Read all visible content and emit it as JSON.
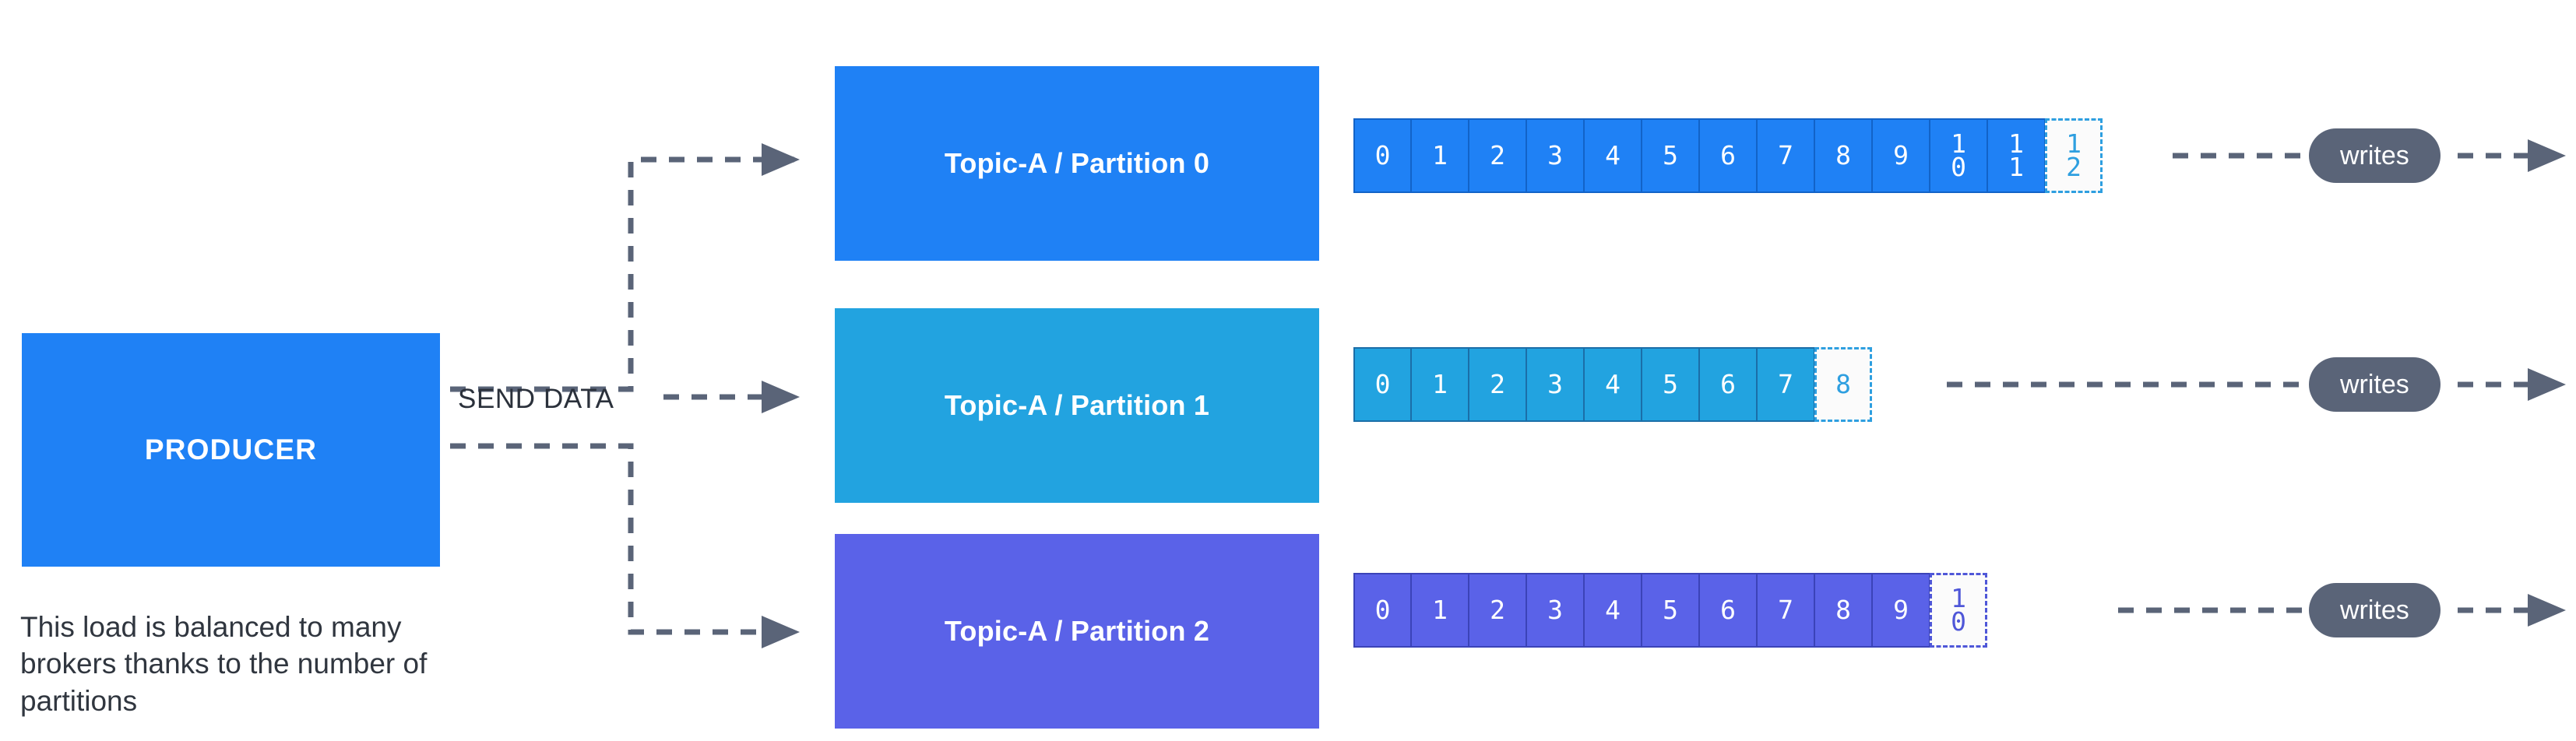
{
  "diagram": {
    "title": "Kafka producer writing to topic partitions",
    "background": "#ffffff"
  },
  "producer": {
    "label": "PRODUCER",
    "color": "#1f81f5"
  },
  "caption": {
    "text": "This load is balanced to many brokers thanks to the number of partitions"
  },
  "flow": {
    "send_data_label": "SEND DATA",
    "arrow_color": "#5a6478",
    "arrow_style": "dashed"
  },
  "partitions": [
    {
      "label": "Topic-A / Partition 0",
      "color": "#1f81f5",
      "border_color": "#1263c8",
      "committed_offsets": [
        "0",
        "1",
        "2",
        "3",
        "4",
        "5",
        "6",
        "7",
        "8",
        "9",
        "10",
        "11"
      ],
      "next_offset": "12",
      "writes_label": "writes"
    },
    {
      "label": "Topic-A / Partition 1",
      "color": "#22a3e0",
      "border_color": "#1b6ea8",
      "committed_offsets": [
        "0",
        "1",
        "2",
        "3",
        "4",
        "5",
        "6",
        "7"
      ],
      "next_offset": "8",
      "writes_label": "writes"
    },
    {
      "label": "Topic-A / Partition 2",
      "color": "#5a62e8",
      "border_color": "#3b43b8",
      "committed_offsets": [
        "0",
        "1",
        "2",
        "3",
        "4",
        "5",
        "6",
        "7",
        "8",
        "9"
      ],
      "next_offset": "10",
      "writes_label": "writes"
    }
  ]
}
